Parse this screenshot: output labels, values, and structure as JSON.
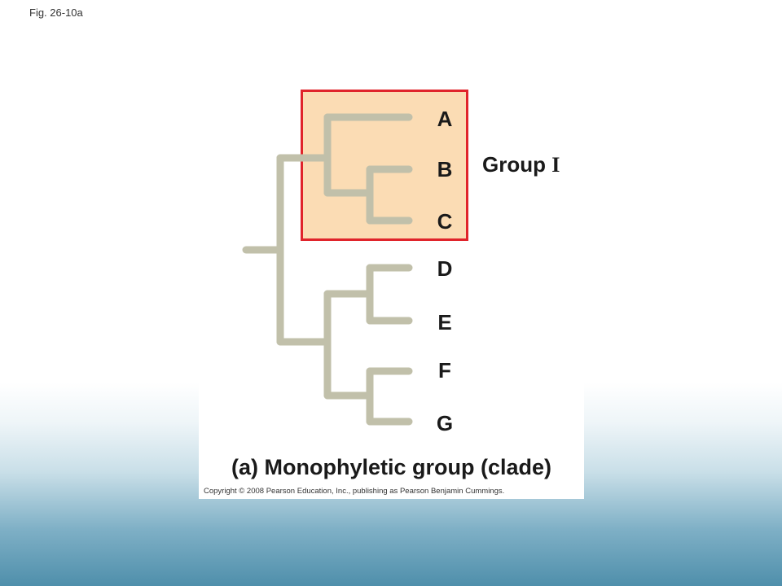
{
  "figure_label": "Fig. 26-10a",
  "taxa": [
    "A",
    "B",
    "C",
    "D",
    "E",
    "F",
    "G"
  ],
  "group": {
    "word": "Group",
    "numeral": "I",
    "members": [
      "A",
      "B",
      "C"
    ]
  },
  "caption": "(a) Monophyletic group (clade)",
  "copyright": "Copyright © 2008 Pearson Education, Inc., publishing as Pearson Benjamin Cummings.",
  "colors": {
    "branch": "#c1c0aa",
    "clade_fill": "#fbdcb4",
    "clade_border": "#e0242b"
  }
}
